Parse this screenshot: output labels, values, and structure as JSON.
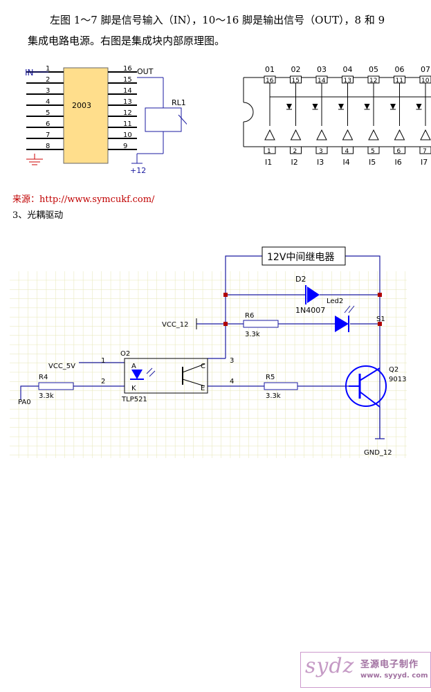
{
  "text": {
    "line1": "左图 1～7 脚是信号输入（IN），10～16 脚是输出信号（OUT），8 和 9",
    "line2": "集成电路电源。右图是集成块内部原理图。",
    "source_label": "来源：",
    "source_url": "http://www.symcukf.com/",
    "section": "3、光耦驱动"
  },
  "chip": {
    "part": "2003",
    "in_label": "IN",
    "out_label": "OUT",
    "relay": "RL1",
    "supply": "+12",
    "left_pins": [
      "1",
      "2",
      "3",
      "4",
      "5",
      "6",
      "7",
      "8"
    ],
    "right_pins": [
      "16",
      "15",
      "14",
      "13",
      "12",
      "11",
      "10",
      "9"
    ]
  },
  "internal": {
    "top_labels": [
      "01",
      "02",
      "03",
      "04",
      "05",
      "06",
      "07"
    ],
    "top_pins": [
      "16",
      "15",
      "14",
      "13",
      "12",
      "11",
      "10"
    ],
    "bottom_pins": [
      "1",
      "2",
      "3",
      "4",
      "5",
      "6",
      "7"
    ],
    "bottom_labels": [
      "I1",
      "I2",
      "I3",
      "I4",
      "I5",
      "I6",
      "I7"
    ]
  },
  "opto": {
    "relay_box": "12V中间继电器",
    "d2": "D2",
    "d2_part": "1N4007",
    "led": "Led2",
    "r6": "R6",
    "r6_val": "3.3k",
    "vcc12": "VCC_12",
    "s1": "S1",
    "o2": "O2",
    "opto_part": "TLP521",
    "pin_a": "A",
    "pin_k": "K",
    "pin_c": "C",
    "pin_e": "E",
    "p1": "1",
    "p2": "2",
    "p3": "3",
    "p4": "4",
    "vcc5": "VCC_5V",
    "r4": "R4",
    "r4_val": "3.3k",
    "pa0": "PA0",
    "r5": "R5",
    "r5_val": "3.3k",
    "q2": "Q2",
    "q2_part": "9013",
    "gnd": "GND_12"
  },
  "watermark": {
    "logo": "sydz",
    "name": "圣源电子制作",
    "site": "www. syyyd. com"
  },
  "colors": {
    "wire": "#1a1aa0",
    "part": "#0000ff",
    "chipfill": "#ffde8c",
    "grid": "#e6e6b4",
    "red": "#c00000"
  }
}
